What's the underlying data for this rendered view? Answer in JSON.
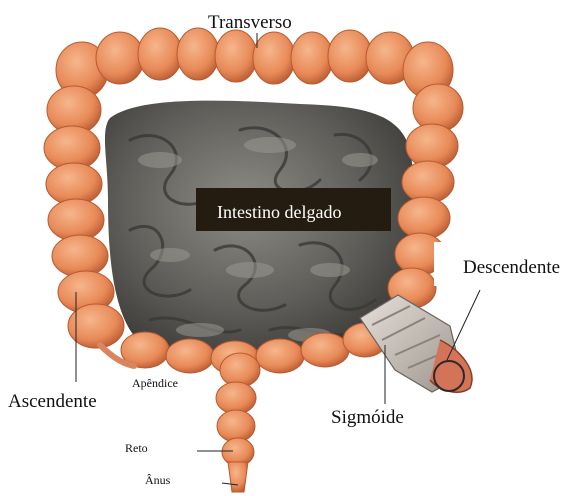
{
  "labels": {
    "transverso": "Transverso",
    "intestino_delgado": "Intestino delgado",
    "descendente": "Descendente",
    "ascendente": "Ascendente",
    "apendice": "Apêndice",
    "sigmoide": "Sigmóide",
    "reto": "Reto",
    "anus": "Ânus"
  },
  "colors": {
    "large_intestine": "#e88a58",
    "large_intestine_shadow": "#b85a30",
    "small_intestine": "#5f5e5a",
    "small_intestine_highlight": "#9a9890",
    "sigmoid_section": "#cfc7c0",
    "label_box": "#241c10"
  }
}
